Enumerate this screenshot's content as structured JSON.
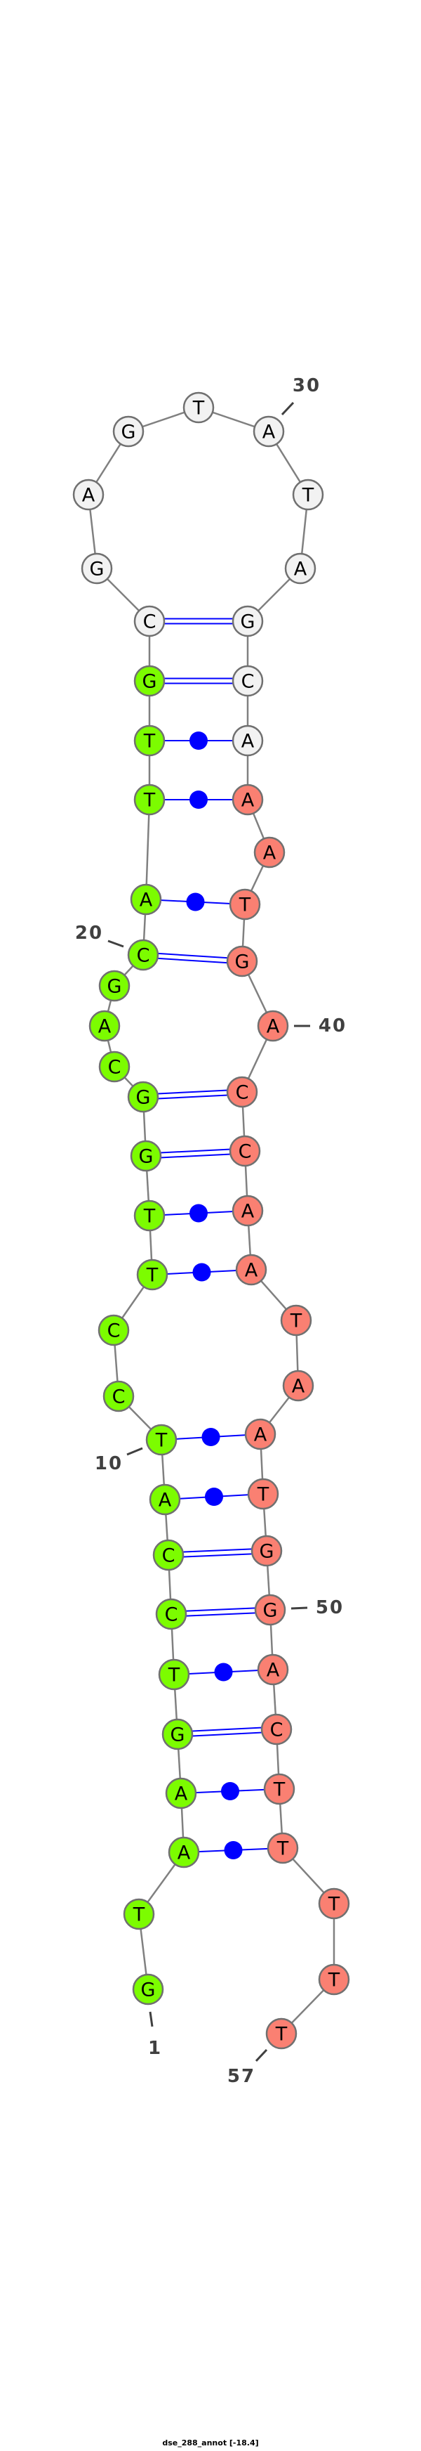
{
  "title": "dse_288_annot [-18.4]",
  "sequence": [
    "G",
    "T",
    "A",
    "A",
    "G",
    "T",
    "C",
    "C",
    "A",
    "T",
    "C",
    "C",
    "T",
    "T",
    "G",
    "G",
    "C",
    "A",
    "G",
    "C",
    "A",
    "T",
    "T",
    "G",
    "C",
    "G",
    "A",
    "G",
    "T",
    "A",
    "T",
    "A",
    "G",
    "C",
    "A",
    "A",
    "A",
    "T",
    "G",
    "A",
    "C",
    "C",
    "A",
    "A",
    "T",
    "A",
    "A",
    "T",
    "G",
    "G",
    "A",
    "C",
    "T",
    "T",
    "T",
    "T",
    "T"
  ],
  "colors": {
    "region_5p": "#7CFC00",
    "loop": "#F2F2F2",
    "region_3p": "#FA8072",
    "pair_line": "#0000FF",
    "backbone": "#808080"
  },
  "color_regions": [
    {
      "from": 1,
      "to": 24,
      "color_key": "region_5p"
    },
    {
      "from": 25,
      "to": 35,
      "color_key": "loop"
    },
    {
      "from": 36,
      "to": 57,
      "color_key": "region_3p"
    }
  ],
  "pairs": [
    {
      "i": 25,
      "j": 33,
      "type": "double"
    },
    {
      "i": 24,
      "j": 34,
      "type": "double"
    },
    {
      "i": 23,
      "j": 35,
      "type": "dot"
    },
    {
      "i": 22,
      "j": 36,
      "type": "dot"
    },
    {
      "i": 21,
      "j": 38,
      "type": "dot"
    },
    {
      "i": 20,
      "j": 39,
      "type": "double"
    },
    {
      "i": 16,
      "j": 41,
      "type": "double"
    },
    {
      "i": 15,
      "j": 42,
      "type": "double"
    },
    {
      "i": 14,
      "j": 43,
      "type": "dot"
    },
    {
      "i": 13,
      "j": 44,
      "type": "dot"
    },
    {
      "i": 10,
      "j": 47,
      "type": "dot"
    },
    {
      "i": 9,
      "j": 48,
      "type": "dot"
    },
    {
      "i": 8,
      "j": 49,
      "type": "double"
    },
    {
      "i": 7,
      "j": 50,
      "type": "double"
    },
    {
      "i": 6,
      "j": 51,
      "type": "dot"
    },
    {
      "i": 5,
      "j": 52,
      "type": "double"
    },
    {
      "i": 4,
      "j": 53,
      "type": "dot"
    },
    {
      "i": 3,
      "j": 54,
      "type": "dot"
    }
  ],
  "position_labels": [
    "1",
    "10",
    "20",
    "30",
    "40",
    "50",
    "57"
  ]
}
